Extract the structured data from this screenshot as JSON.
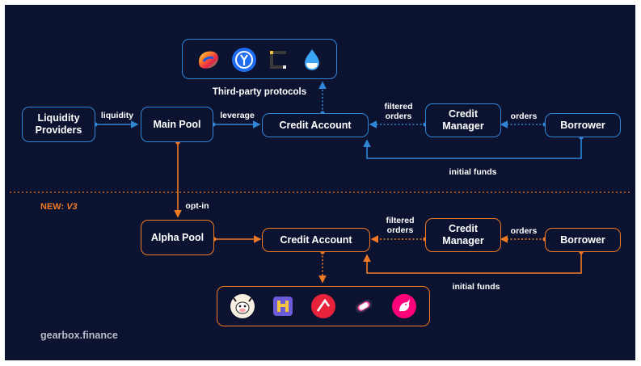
{
  "colors": {
    "background": "#0c1330",
    "v2_accent": "#2f86d6",
    "v3_accent": "#f07a24"
  },
  "v2": {
    "third_party_label": "Third-party protocols",
    "third_party_icons": [
      "curve-rainbow-icon",
      "yearn-icon",
      "convex-icon",
      "lido-drop-icon"
    ],
    "liquidity_providers": "Liquidity Providers",
    "main_pool": "Main Pool",
    "credit_account": "Credit Account",
    "credit_manager": "Credit Manager",
    "borrower": "Borrower",
    "edge_liquidity": "liquidity",
    "edge_leverage": "leverage",
    "edge_filtered_orders": "filtered orders",
    "edge_orders": "orders",
    "edge_initial_funds": "initial funds"
  },
  "divider": {
    "new_prefix": "NEW:",
    "new_version": "V3"
  },
  "v3": {
    "edge_opt_in": "opt-in",
    "alpha_pool": "Alpha Pool",
    "credit_account": "Credit Account",
    "credit_manager": "Credit Manager",
    "borrower": "Borrower",
    "edge_filtered_orders": "filtered orders",
    "edge_orders": "orders",
    "edge_initial_funds": "initial funds",
    "protocol_icons": [
      "cow-icon",
      "pixel-token-icon",
      "red-slash-icon",
      "sushi-icon",
      "unicorn-icon"
    ]
  },
  "footer": {
    "brand": "gearbox.finance"
  }
}
